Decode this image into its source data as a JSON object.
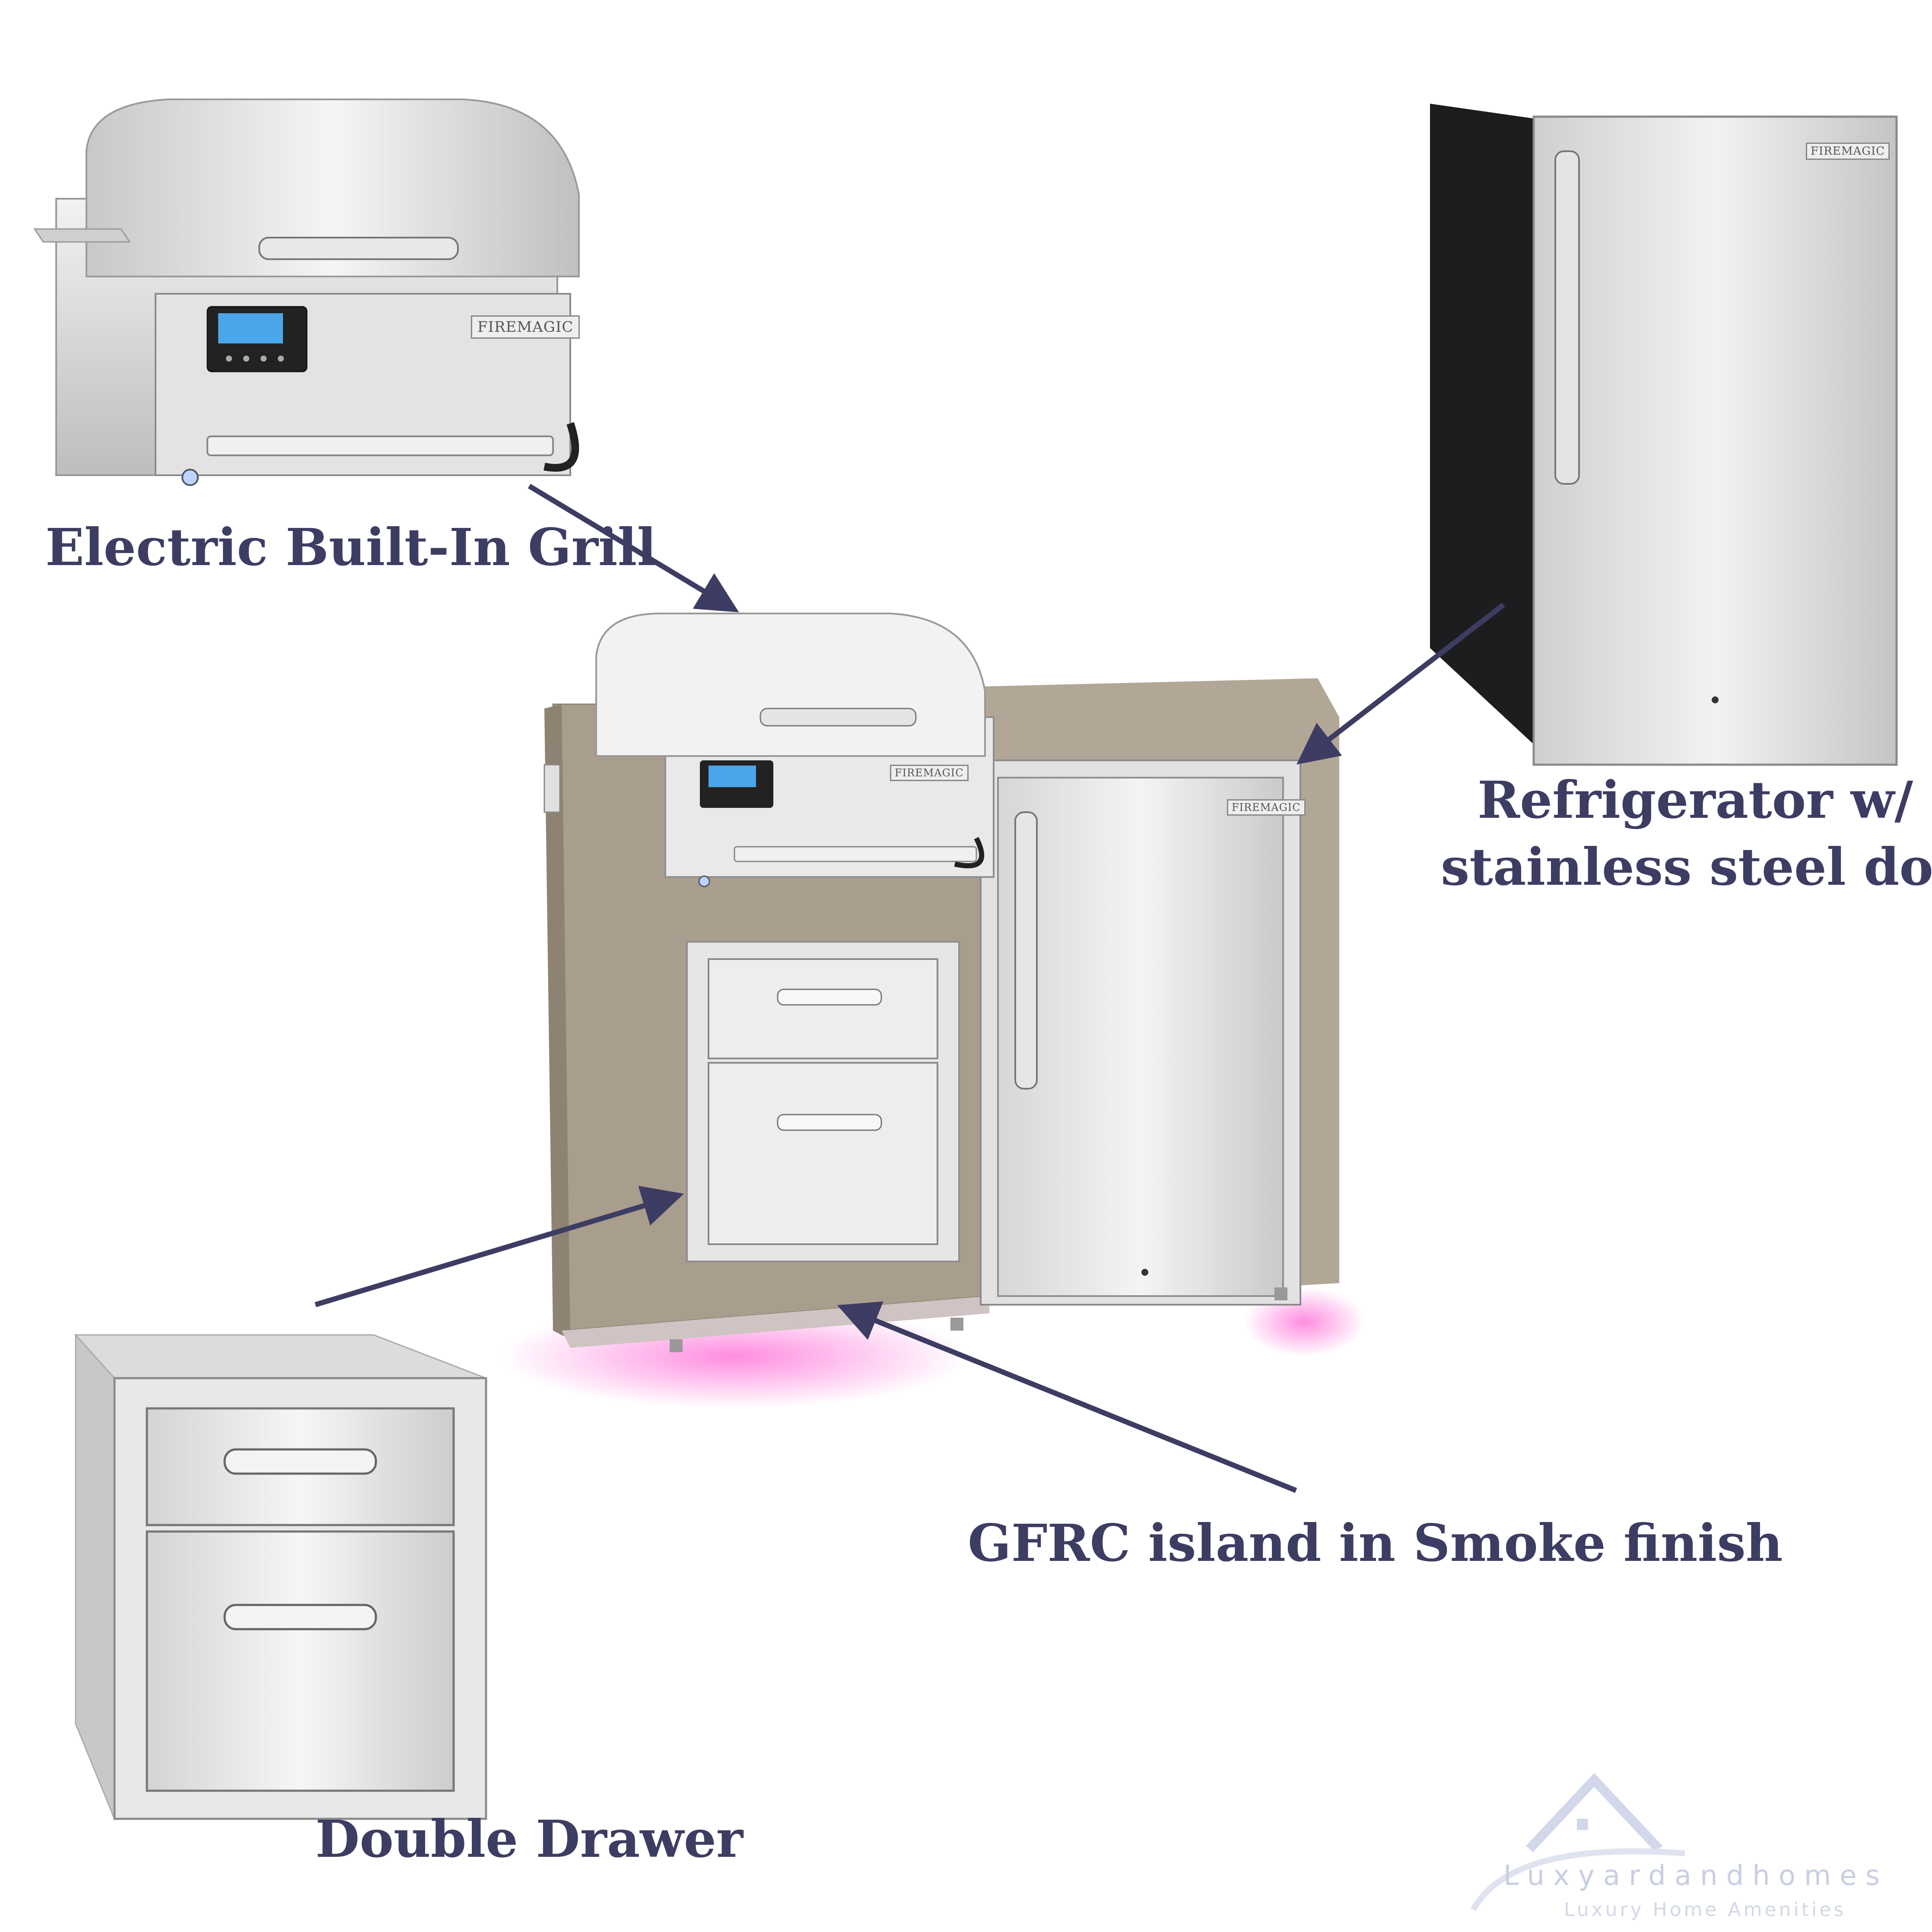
{
  "labels": {
    "grill": "Electric Built-In Grill",
    "fridge_line1": "Refrigerator w/",
    "fridge_line2": "stainless steel door",
    "island": "GFRC island in Smoke finish",
    "drawer": "Double Drawer"
  },
  "brand_badge": "FIREMAGIC",
  "watermark": {
    "title": "Luxyardandhomes",
    "subtitle": "Luxury Home Amenities"
  },
  "colors": {
    "label_text": "#3d3d63",
    "arrow": "#3d3d63",
    "stainless": "#d9d9d9",
    "island_smoke": "#a89c8c",
    "led_glow": "#ff7ad9"
  },
  "icons": [
    "house-logo-icon"
  ]
}
